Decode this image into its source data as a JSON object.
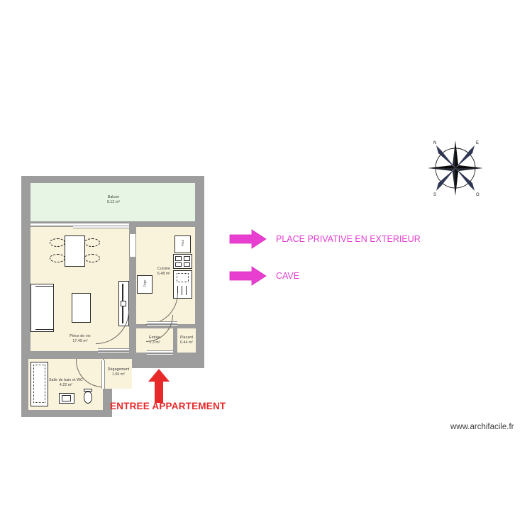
{
  "plan": {
    "rooms": [
      {
        "key": "balcon",
        "name": "Balcon",
        "area": "9.12 m²"
      },
      {
        "key": "piece",
        "name": "Pièce de vie",
        "area": "17.49 m²"
      },
      {
        "key": "cuisine",
        "name": "Cuisine",
        "area": "6.48 m²"
      },
      {
        "key": "entree",
        "name": "Entrée",
        "area": "1.3 m²"
      },
      {
        "key": "placard",
        "name": "Placard",
        "area": "0.44 m²"
      },
      {
        "key": "degagement",
        "name": "Dégagement",
        "area": "1.06 m²"
      },
      {
        "key": "sdb",
        "name": "Salle de bain et WC",
        "area": "4.22 m²"
      }
    ],
    "fixtures": [
      {
        "key": "four",
        "label": "Four"
      },
      {
        "key": "frigo",
        "label": "Frigo"
      }
    ],
    "colors": {
      "wall": "#9d9d9d",
      "room_fill": "#faf3dc",
      "balcony_fill": "#e7f6e4",
      "label_text": "#3a3a3a"
    }
  },
  "legend": {
    "items": [
      {
        "key": "place-privative",
        "label": "PLACE PRIVATIVE EN EXTERIEUR",
        "arrow_color": "#e83fd0"
      },
      {
        "key": "cave",
        "label": "CAVE",
        "arrow_color": "#e83fd0"
      }
    ]
  },
  "entry": {
    "label": "ENTREE APPARTEMENT",
    "arrow_color": "#e8292a",
    "text_color": "#e8292a"
  },
  "compass": {
    "north": "N",
    "east": "E",
    "south": "S",
    "west": "O"
  },
  "footer": {
    "website": "www.archifacile.fr"
  }
}
